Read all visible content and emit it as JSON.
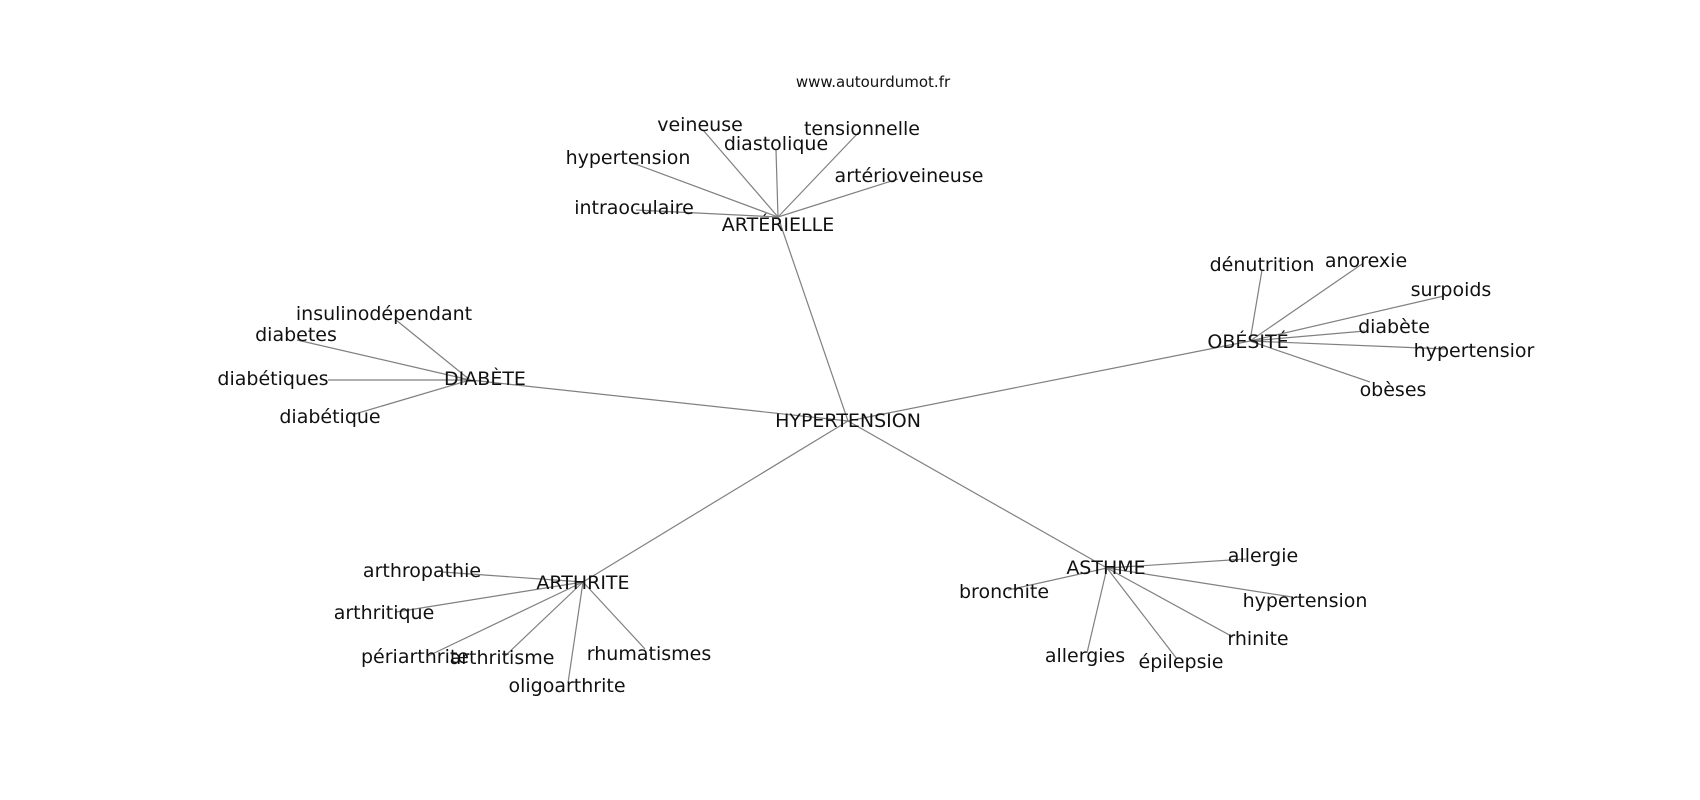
{
  "source": "www.autourdumot.fr",
  "edge_color": "#808080",
  "text_color": "#111111",
  "center": "HYPERTENSION",
  "hubs": [
    {
      "id": "arterielle",
      "label": "ARTÉRIELLE",
      "leaves": [
        "veineuse",
        "diastolique",
        "tensionnelle",
        "hypertension",
        "artérioveineuse",
        "intraoculaire"
      ]
    },
    {
      "id": "diabete",
      "label": "DIABÈTE",
      "leaves": [
        "insulinodépendant",
        "diabetes",
        "diabétiques",
        "diabétique"
      ]
    },
    {
      "id": "obesite",
      "label": "OBÉSITÉ",
      "leaves": [
        "dénutrition",
        "anorexie",
        "surpoids",
        "diabète",
        "hypertensior",
        "obèses"
      ]
    },
    {
      "id": "arthrite",
      "label": "ARTHRITE",
      "leaves": [
        "arthropathie",
        "arthritique",
        "périarthrite",
        "arthritisme",
        "rhumatismes",
        "oligoarthrite"
      ]
    },
    {
      "id": "asthme",
      "label": "ASTHME",
      "leaves": [
        "allergie",
        "bronchite",
        "hypertension",
        "rhinite",
        "allergies",
        "épilepsie"
      ]
    }
  ]
}
